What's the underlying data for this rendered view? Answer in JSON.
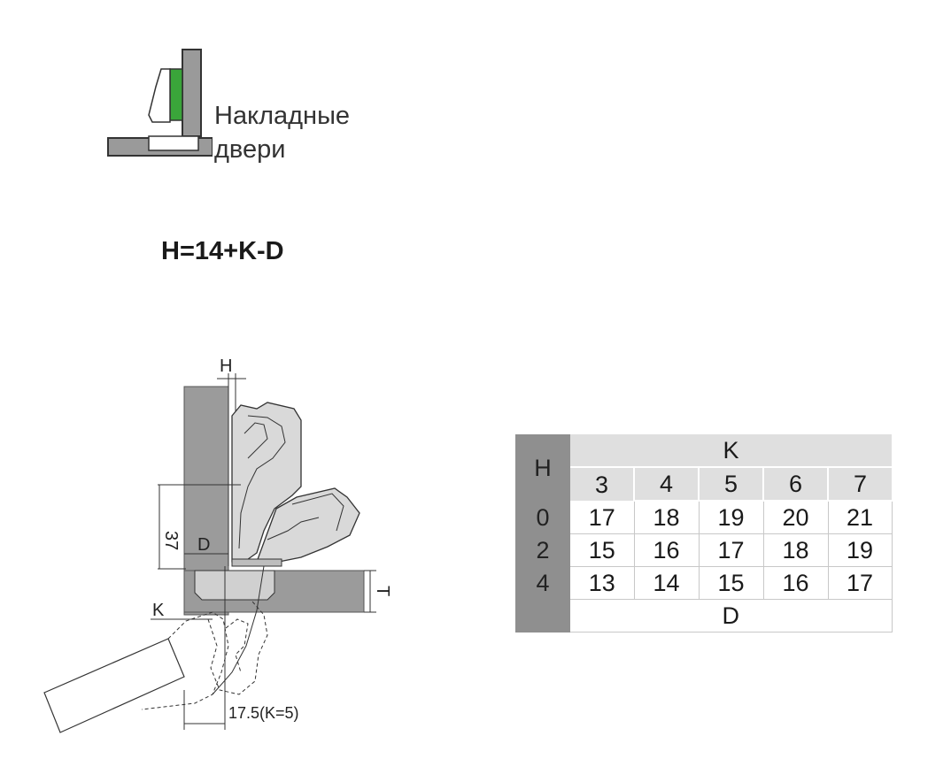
{
  "header": {
    "icon": "overlay-door-hinge-icon",
    "caption_line1": "Накладные",
    "caption_line2": "двери",
    "accent_color": "#3aa53a"
  },
  "formula": "H=14+K-D",
  "drawing": {
    "labels": {
      "h": "H",
      "d": "D",
      "k": "K",
      "t": "T",
      "dim37": "37",
      "dim_bottom": "17.5(K=5)"
    }
  },
  "table": {
    "row_header": "H",
    "col_header": "K",
    "k_values": [
      "3",
      "4",
      "5",
      "6",
      "7"
    ],
    "rows": [
      {
        "h": "0",
        "d": [
          "17",
          "18",
          "19",
          "20",
          "21"
        ]
      },
      {
        "h": "2",
        "d": [
          "15",
          "16",
          "17",
          "18",
          "19"
        ]
      },
      {
        "h": "4",
        "d": [
          "13",
          "14",
          "15",
          "16",
          "17"
        ]
      }
    ],
    "footer": "D"
  }
}
